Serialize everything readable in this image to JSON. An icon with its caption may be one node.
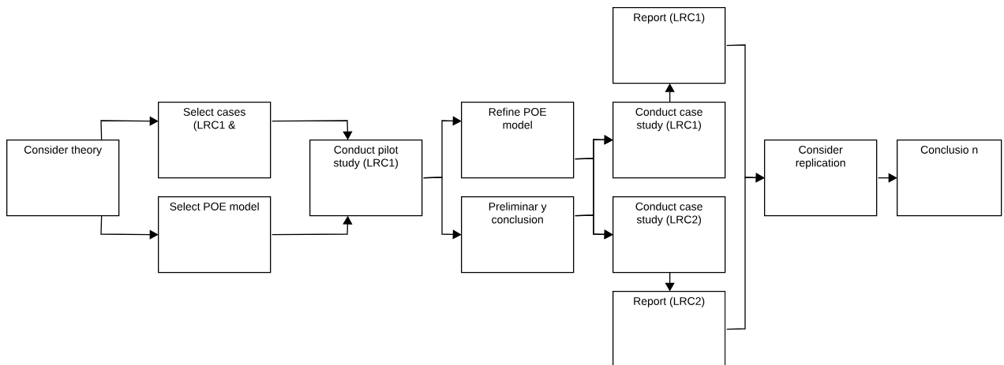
{
  "diagram": {
    "nodes": [
      {
        "text": [
          "Consider theory"
        ]
      },
      {
        "text": [
          "Select cases (LRC1 &"
        ]
      },
      {
        "text": [
          "Select POE model"
        ]
      },
      {
        "text": [
          "Conduct pilot study (LRC1)"
        ]
      },
      {
        "text": [
          "Refine POE model"
        ]
      },
      {
        "text": [
          "Preliminar y conclusion"
        ]
      },
      {
        "text": [
          "Report (LRC1)"
        ]
      },
      {
        "text": [
          "Conduct case study (LRC1)"
        ]
      },
      {
        "text": [
          "Conduct case study (LRC2)"
        ]
      },
      {
        "text": [
          "Report (LRC2)"
        ]
      },
      {
        "text": [
          "Consider replication"
        ]
      },
      {
        "text": [
          "Conclusio n"
        ]
      }
    ],
    "edges": [
      {
        "from": 0,
        "to": 1,
        "arrow": "to"
      },
      {
        "from": 0,
        "to": 2,
        "arrow": "to"
      },
      {
        "from": 1,
        "to": 3,
        "arrow": "to"
      },
      {
        "from": 2,
        "to": 3,
        "arrow": "to"
      },
      {
        "from": 3,
        "to": 4,
        "arrow": "to"
      },
      {
        "from": 3,
        "to": 5,
        "arrow": "to"
      },
      {
        "from": 4,
        "to": 7,
        "arrow": "to"
      },
      {
        "from": 4,
        "to": 8,
        "arrow": "to"
      },
      {
        "from": 5,
        "to": 7,
        "arrow": "to"
      },
      {
        "from": 5,
        "to": 8,
        "arrow": "to"
      },
      {
        "from": 7,
        "to": 6,
        "arrow": "to"
      },
      {
        "from": 8,
        "to": 9,
        "arrow": "to"
      },
      {
        "from": 6,
        "to": 10,
        "arrow": "to"
      },
      {
        "from": 9,
        "to": 10,
        "arrow": "to"
      },
      {
        "from": 10,
        "to": 11,
        "arrow": "to"
      }
    ]
  }
}
